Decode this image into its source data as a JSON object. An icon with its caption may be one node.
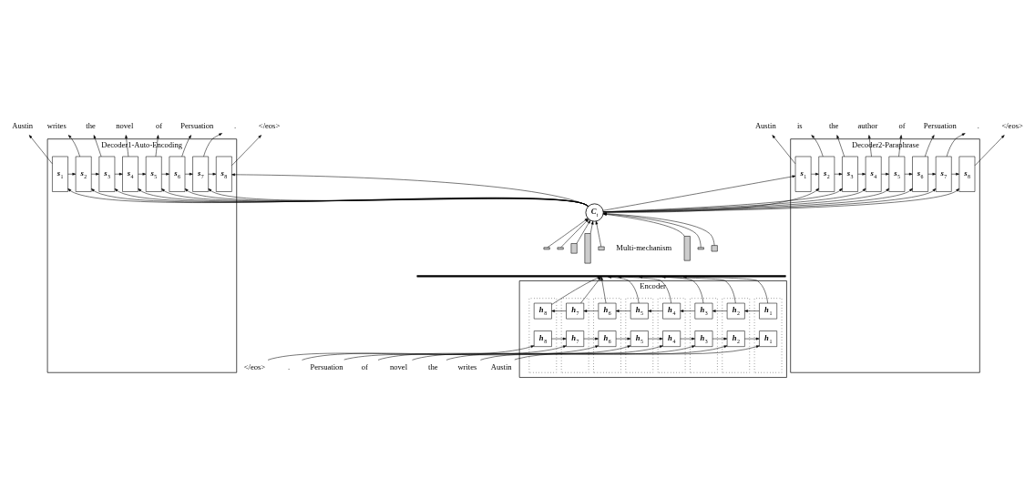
{
  "diagram": {
    "nodes": [
      {
        "text": [
          "Austin"
        ]
      },
      {
        "text": [
          "writes"
        ]
      },
      {
        "text": [
          "the"
        ]
      },
      {
        "text": [
          "novel"
        ]
      },
      {
        "text": [
          "of"
        ]
      },
      {
        "text": [
          "Persuation"
        ]
      },
      {
        "text": [
          "."
        ]
      },
      {
        "text": [
          "</eos>"
        ]
      },
      {
        "text": [
          "Austin"
        ]
      },
      {
        "text": [
          "is"
        ]
      },
      {
        "text": [
          "the"
        ]
      },
      {
        "text": [
          "author"
        ]
      },
      {
        "text": [
          "of"
        ]
      },
      {
        "text": [
          "Persuation"
        ]
      },
      {
        "text": [
          "."
        ]
      },
      {
        "text": [
          "</eos>"
        ]
      },
      {
        "text": [
          "Decoder1-Auto-Encoding"
        ]
      },
      {
        "text": [
          "s$_{1}$"
        ],
        "in": 16
      },
      {
        "text": [
          "s$_{2}$"
        ],
        "in": 16
      },
      {
        "text": [
          "s$_{3}$"
        ],
        "in": 16
      },
      {
        "text": [
          "s$_{4}$"
        ],
        "in": 16
      },
      {
        "text": [
          "s$_{5}$"
        ],
        "in": 16
      },
      {
        "text": [
          "s$_{6}$"
        ],
        "in": 16
      },
      {
        "text": [
          "s$_{7}$"
        ],
        "in": 16
      },
      {
        "text": [
          "s$_{8}$"
        ],
        "in": 16
      },
      {
        "text": [
          "Decoder2-Paraphrase"
        ]
      },
      {
        "text": [
          "s$_{1}$"
        ],
        "in": 25
      },
      {
        "text": [
          "s$_{2}$"
        ],
        "in": 25
      },
      {
        "text": [
          "s$_{3}$"
        ],
        "in": 25
      },
      {
        "text": [
          "s$_{4}$"
        ],
        "in": 25
      },
      {
        "text": [
          "s$_{5}$"
        ],
        "in": 25
      },
      {
        "text": [
          "s$_{6}$"
        ],
        "in": 25
      },
      {
        "text": [
          "s$_{7}$"
        ],
        "in": 25
      },
      {
        "text": [
          "s$_{8}$"
        ],
        "in": 25
      },
      {
        "text": [
          "C$_{t}$"
        ]
      },
      {
        "text": [],
        "shape": "bar"
      },
      {
        "text": [],
        "shape": "bar"
      },
      {
        "text": [],
        "shape": "bar"
      },
      {
        "text": [],
        "shape": "bar"
      },
      {
        "text": [],
        "shape": "bar"
      },
      {
        "text": [],
        "shape": "bar"
      },
      {
        "text": [],
        "shape": "bar"
      },
      {
        "text": [],
        "shape": "bar"
      },
      {
        "text": [],
        "shape": "bar"
      },
      {
        "text": [
          "Encoder"
        ]
      },
      {
        "text": [],
        "shape": "box",
        "in": 44
      },
      {
        "text": [
          "h⃗$_{1}$"
        ],
        "in": 45
      },
      {
        "text": [
          "h⃖$_{1}$"
        ],
        "in": 45
      },
      {
        "text": [],
        "shape": "box",
        "in": 44
      },
      {
        "text": [
          "h⃗$_{2}$"
        ],
        "in": 48
      },
      {
        "text": [
          "h⃖$_{2}$"
        ],
        "in": 48
      },
      {
        "text": [],
        "shape": "box",
        "in": 44
      },
      {
        "text": [
          "h⃗$_{3}$"
        ],
        "in": 51
      },
      {
        "text": [
          "h⃖$_{3}$"
        ],
        "in": 51
      },
      {
        "text": [],
        "shape": "box",
        "in": 44
      },
      {
        "text": [
          "h⃗$_{4}$"
        ],
        "in": 54
      },
      {
        "text": [
          "h⃖$_{4}$"
        ],
        "in": 54
      },
      {
        "text": [],
        "shape": "box",
        "in": 44
      },
      {
        "text": [
          "h⃗$_{5}$"
        ],
        "in": 57
      },
      {
        "text": [
          "h⃖$_{5}$"
        ],
        "in": 57
      },
      {
        "text": [],
        "shape": "box",
        "in": 44
      },
      {
        "text": [
          "h⃗$_{6}$"
        ],
        "in": 60
      },
      {
        "text": [
          "h⃖$_{6}$"
        ],
        "in": 60
      },
      {
        "text": [],
        "shape": "box",
        "in": 44
      },
      {
        "text": [
          "h⃗$_{7}$"
        ],
        "in": 63
      },
      {
        "text": [
          "h⃖$_{7}$"
        ],
        "in": 63
      },
      {
        "text": [],
        "shape": "box",
        "in": 44
      },
      {
        "text": [
          "h⃗$_{8}$"
        ],
        "in": 66
      },
      {
        "text": [
          "h⃖$_{8}$"
        ],
        "in": 66
      },
      {
        "text": [
          "Austin"
        ]
      },
      {
        "text": [
          "writes"
        ]
      },
      {
        "text": [
          "the"
        ]
      },
      {
        "text": [
          "novel"
        ]
      },
      {
        "text": [
          "of"
        ]
      },
      {
        "text": [
          "Persuation"
        ]
      },
      {
        "text": [
          "."
        ]
      },
      {
        "text": [
          "</eos>"
        ]
      }
    ],
    "edges": [
      {
        "from": 17,
        "to": 18,
        "arrow": "to"
      },
      {
        "from": 18,
        "to": 19,
        "arrow": "to"
      },
      {
        "from": 19,
        "to": 20,
        "arrow": "to"
      },
      {
        "from": 20,
        "to": 21,
        "arrow": "to"
      },
      {
        "from": 21,
        "to": 22,
        "arrow": "to"
      },
      {
        "from": 22,
        "to": 23,
        "arrow": "to"
      },
      {
        "from": 23,
        "to": 24,
        "arrow": "to"
      },
      {
        "from": 17,
        "to": 0,
        "arrow": "to"
      },
      {
        "from": 18,
        "to": 1,
        "arrow": "to"
      },
      {
        "from": 19,
        "to": 2,
        "arrow": "to"
      },
      {
        "from": 20,
        "to": 3,
        "arrow": "to"
      },
      {
        "from": 21,
        "to": 4,
        "arrow": "to"
      },
      {
        "from": 22,
        "to": 5,
        "arrow": "to"
      },
      {
        "from": 23,
        "to": 6,
        "arrow": "to"
      },
      {
        "from": 24,
        "to": 7,
        "arrow": "to"
      },
      {
        "from": 26,
        "to": 27,
        "arrow": "to"
      },
      {
        "from": 27,
        "to": 28,
        "arrow": "to"
      },
      {
        "from": 28,
        "to": 29,
        "arrow": "to"
      },
      {
        "from": 29,
        "to": 30,
        "arrow": "to"
      },
      {
        "from": 30,
        "to": 31,
        "arrow": "to"
      },
      {
        "from": 31,
        "to": 32,
        "arrow": "to"
      },
      {
        "from": 32,
        "to": 33,
        "arrow": "to"
      },
      {
        "from": 26,
        "to": 8,
        "arrow": "to"
      },
      {
        "from": 27,
        "to": 9,
        "arrow": "to"
      },
      {
        "from": 28,
        "to": 10,
        "arrow": "to"
      },
      {
        "from": 29,
        "to": 11,
        "arrow": "to"
      },
      {
        "from": 30,
        "to": 12,
        "arrow": "to"
      },
      {
        "from": 31,
        "to": 13,
        "arrow": "to"
      },
      {
        "from": 32,
        "to": 14,
        "arrow": "to"
      },
      {
        "from": 33,
        "to": 15,
        "arrow": "to"
      },
      {
        "from": 34,
        "to": 17,
        "arrow": "to"
      },
      {
        "from": 34,
        "to": 18,
        "arrow": "to"
      },
      {
        "from": 34,
        "to": 19,
        "arrow": "to"
      },
      {
        "from": 34,
        "to": 20,
        "arrow": "to"
      },
      {
        "from": 34,
        "to": 21,
        "arrow": "to"
      },
      {
        "from": 34,
        "to": 22,
        "arrow": "to"
      },
      {
        "from": 34,
        "to": 23,
        "arrow": "to"
      },
      {
        "from": 34,
        "to": 24,
        "arrow": "to"
      },
      {
        "from": 34,
        "to": 26,
        "arrow": "to"
      },
      {
        "from": 34,
        "to": 27,
        "arrow": "to"
      },
      {
        "from": 34,
        "to": 28,
        "arrow": "to"
      },
      {
        "from": 34,
        "to": 29,
        "arrow": "to"
      },
      {
        "from": 34,
        "to": 30,
        "arrow": "to"
      },
      {
        "from": 34,
        "to": 31,
        "arrow": "to"
      },
      {
        "from": 34,
        "to": 32,
        "arrow": "to"
      },
      {
        "from": 34,
        "to": 33,
        "arrow": "to"
      },
      {
        "from": 35,
        "to": 34,
        "arrow": "to"
      },
      {
        "from": 36,
        "to": 34,
        "arrow": "to"
      },
      {
        "from": 37,
        "to": 34,
        "arrow": "to"
      },
      {
        "from": 38,
        "to": 34,
        "arrow": "to"
      },
      {
        "from": 39,
        "to": 34,
        "arrow": "to"
      },
      {
        "from": 40,
        "to": 34,
        "arrow": "to"
      },
      {
        "from": 41,
        "to": 34,
        "arrow": "to"
      },
      {
        "from": 42,
        "to": 34,
        "arrow": "to"
      },
      {
        "from": 46,
        "to": 43,
        "arrow": "to"
      },
      {
        "from": 49,
        "to": 43,
        "arrow": "to"
      },
      {
        "from": 52,
        "to": 43,
        "arrow": "to"
      },
      {
        "from": 55,
        "to": 43,
        "arrow": "to"
      },
      {
        "from": 58,
        "to": 43,
        "arrow": "to"
      },
      {
        "from": 61,
        "to": 43,
        "arrow": "to"
      },
      {
        "from": 64,
        "to": 43,
        "arrow": "to"
      },
      {
        "from": 67,
        "to": 43,
        "arrow": "to"
      },
      {
        "from": 46,
        "to": 49,
        "arrow": "to"
      },
      {
        "from": 49,
        "to": 52,
        "arrow": "to"
      },
      {
        "from": 52,
        "to": 55,
        "arrow": "to"
      },
      {
        "from": 55,
        "to": 58,
        "arrow": "to"
      },
      {
        "from": 58,
        "to": 61,
        "arrow": "to"
      },
      {
        "from": 61,
        "to": 64,
        "arrow": "to"
      },
      {
        "from": 64,
        "to": 67,
        "arrow": "to"
      },
      {
        "from": 68,
        "to": 65,
        "arrow": "to"
      },
      {
        "from": 65,
        "to": 62,
        "arrow": "to"
      },
      {
        "from": 62,
        "to": 59,
        "arrow": "to"
      },
      {
        "from": 59,
        "to": 56,
        "arrow": "to"
      },
      {
        "from": 56,
        "to": 53,
        "arrow": "to"
      },
      {
        "from": 53,
        "to": 50,
        "arrow": "to"
      },
      {
        "from": 50,
        "to": 47,
        "arrow": "to"
      },
      {
        "from": 69,
        "to": 47,
        "arrow": "to"
      },
      {
        "from": 70,
        "to": 50,
        "arrow": "to"
      },
      {
        "from": 71,
        "to": 53,
        "arrow": "to"
      },
      {
        "from": 72,
        "to": 56,
        "arrow": "to"
      },
      {
        "from": 73,
        "to": 59,
        "arrow": "to"
      },
      {
        "from": 74,
        "to": 62,
        "arrow": "to"
      },
      {
        "from": 75,
        "to": 65,
        "arrow": "to"
      },
      {
        "from": 76,
        "to": 68,
        "arrow": "to"
      }
    ],
    "labels": [
      "Multi-mechanism"
    ]
  }
}
